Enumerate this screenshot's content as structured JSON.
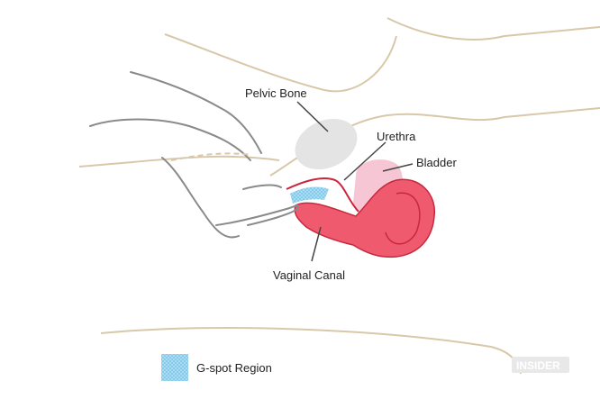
{
  "labels": {
    "pelvic_bone": "Pelvic Bone",
    "urethra": "Urethra",
    "bladder": "Bladder",
    "vaginal_canal": "Vaginal Canal"
  },
  "legend": {
    "gspot": "G-spot Region"
  },
  "watermark": "INSIDER",
  "colors": {
    "outline_tan": "#d8c8aa",
    "outline_hand": "#8a8a8a",
    "bone": "#e4e4e4",
    "bladder": "#f6c6d4",
    "uterus": "#ef5a6e",
    "uterus_stroke": "#c8283e",
    "gspot": "#9dd3ec"
  }
}
